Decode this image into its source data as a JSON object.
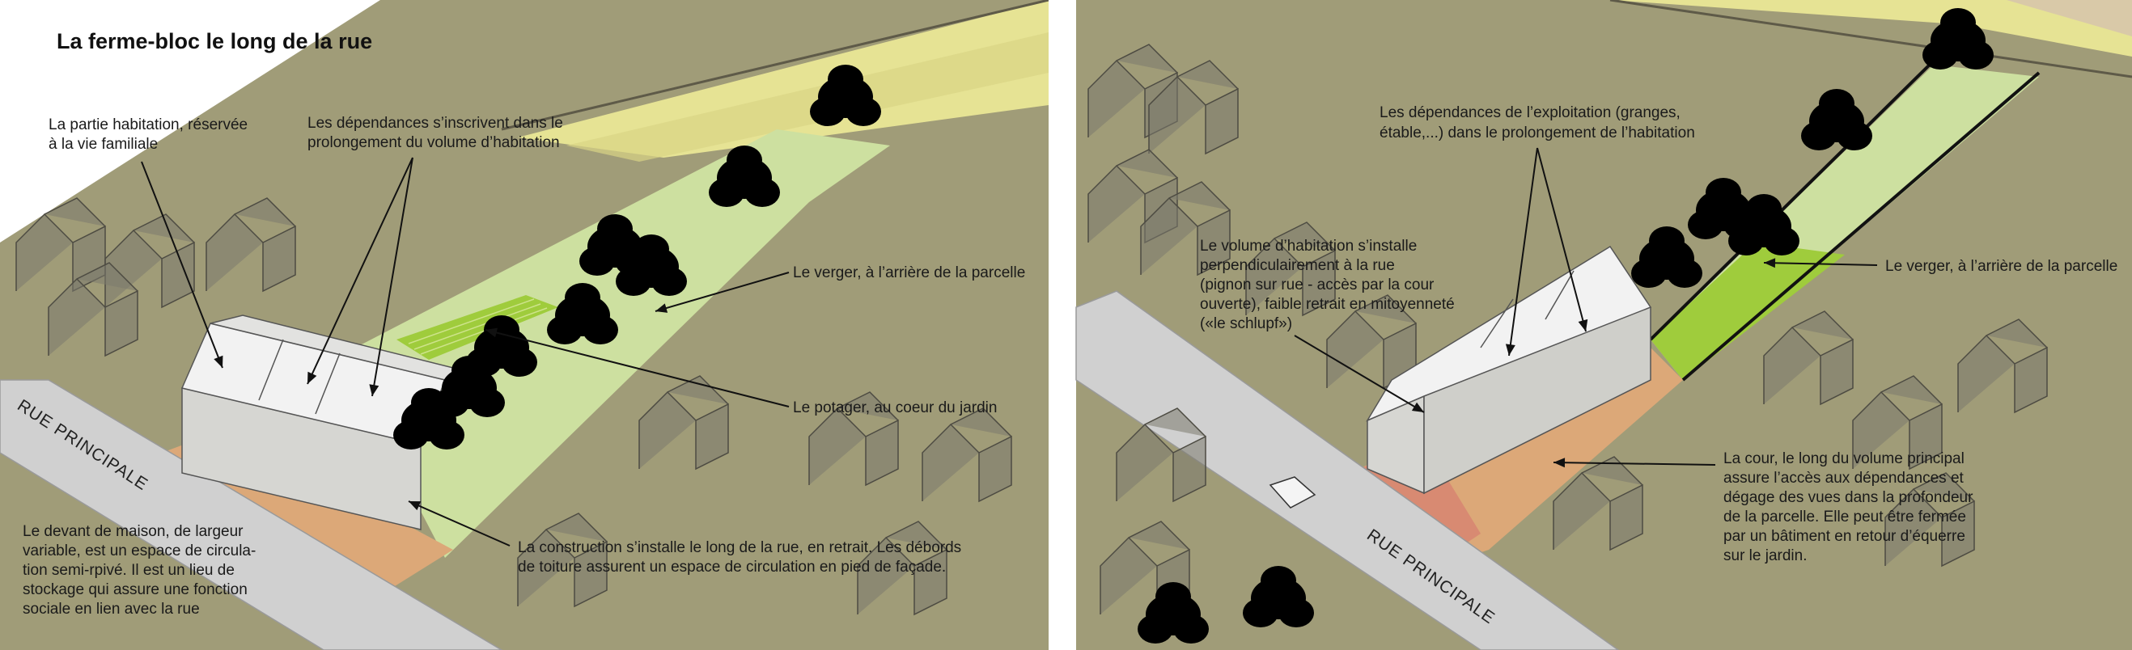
{
  "title": "La ferme-bloc le long de la rue",
  "left_panel": {
    "street_label": "RUE PRINCIPALE",
    "labels": {
      "habitation": [
        "La partie habitation, réservée",
        "à la vie familiale"
      ],
      "dependances": [
        "Les dépendances s’inscrivent dans le",
        "prolongement du volume d’habitation"
      ],
      "verger": [
        "Le verger, à l’arrière de la parcelle"
      ],
      "potager": [
        "Le potager, au coeur du jardin"
      ],
      "construction": [
        "La construction s’installe le long de la rue, en retrait. Les débords",
        "de toiture assurent un espace de circulation en pied de façade."
      ],
      "devant": [
        "Le devant de maison, de largeur",
        "variable, est un espace de circula-",
        "tion semi-rpivé. Il est un lieu de",
        "stockage qui assure une fonction",
        "sociale en lien avec la rue"
      ]
    }
  },
  "right_panel": {
    "street_label": "RUE PRINCIPALE",
    "labels": {
      "dependances": [
        "Les dépendances de l’exploitation (granges,",
        "étable,...) dans le prolongement de l’habitation"
      ],
      "volume": [
        "Le volume d’habitation s’installe",
        "perpendiculairement à la rue",
        "(pignon sur rue - accès par la cour",
        "ouverte), faible retrait en mitoyenneté",
        "(«le schlupf»)"
      ],
      "verger": [
        "Le verger, à l’arrière de la parcelle"
      ],
      "cour": [
        "La cour, le long du volume principal",
        "assure l’accès aux dépendances et",
        "dégage des vues dans la profondeur",
        "de la parcelle. Elle peut être fermée",
        "par un bâtiment en retour d’équerre",
        "sur le jardin."
      ]
    }
  },
  "colors": {
    "ground": "#a09c78",
    "field_yellow": "#e6e394",
    "orchard_green": "#cde0a0",
    "potager_green": "#9fcc3c",
    "court_orange": "#dca878",
    "court_red": "#d88a72",
    "road": "#d0d0d0",
    "roof": "#f2f2f2"
  }
}
